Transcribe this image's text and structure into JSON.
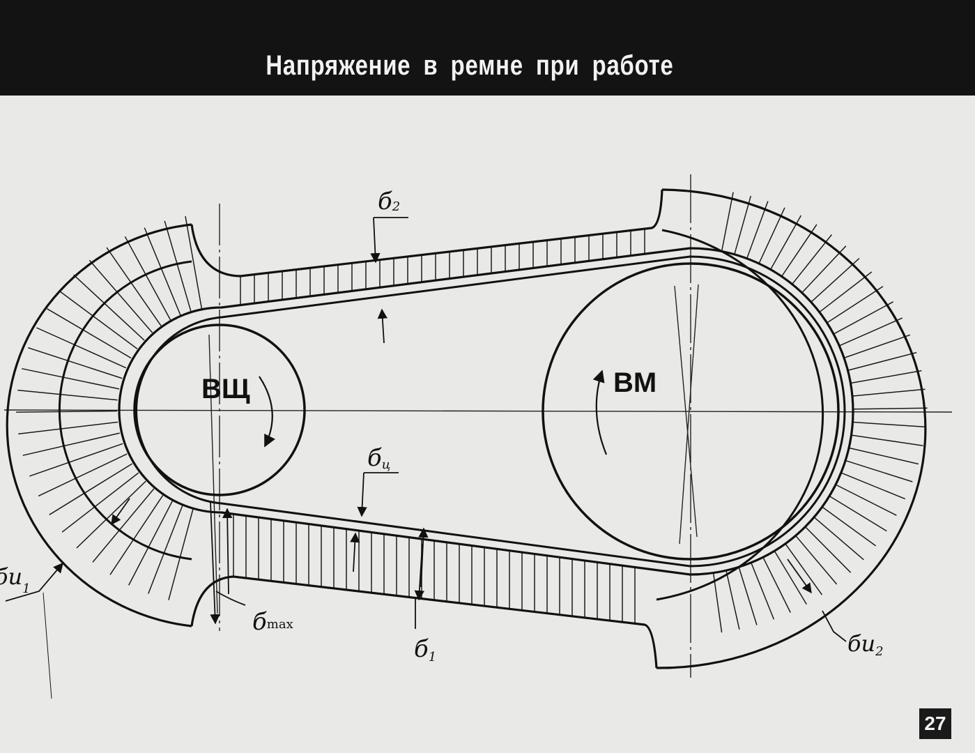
{
  "title": "Напряжение в ремне при работе",
  "page_number": "27",
  "pulleys": {
    "driving": {
      "label": "ВЩ"
    },
    "driven": {
      "label": "ВМ"
    }
  },
  "labels": {
    "sigma_2": {
      "main": "б",
      "sub": "2"
    },
    "sigma_c": {
      "main": "б",
      "sub": "ц"
    },
    "sigma_1": {
      "main": "б",
      "sub": "1"
    },
    "sigma_max": {
      "main": "б",
      "sub": "max"
    },
    "sigma_u1": {
      "main": "бu",
      "sub": "1"
    },
    "sigma_u2": {
      "main": "бu",
      "sub": "2"
    }
  },
  "colors": {
    "header": "#131313",
    "paper": "#e9e9e7",
    "ink": "#111111"
  }
}
